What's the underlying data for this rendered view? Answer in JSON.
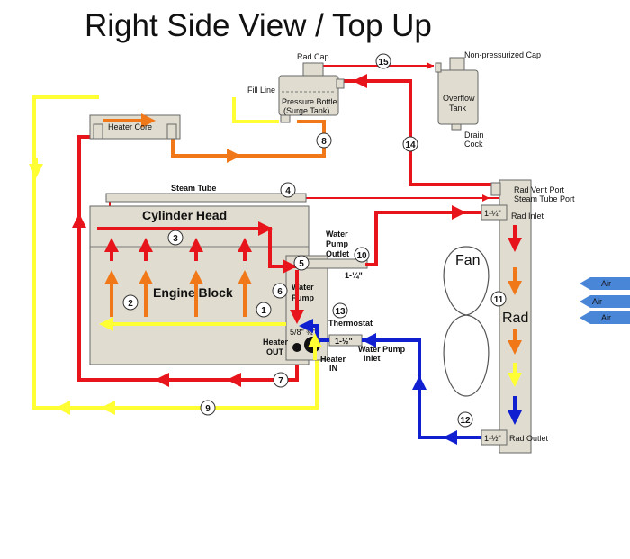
{
  "title": "Right Side View  / Top Up",
  "components": {
    "rad_cap": "Rad Cap",
    "non_pressurized_cap": "Non-pressurized Cap",
    "fill_line": "Fill Line",
    "pressure_bottle_1": "Pressure Bottle",
    "pressure_bottle_2": "(Surge Tank)",
    "overflow_tank_1": "Overflow",
    "overflow_tank_2": "Tank",
    "drain_cock_1": "Drain",
    "drain_cock_2": "Cock",
    "heater_core": "Heater Core",
    "steam_tube": "Steam Tube",
    "rad_vent_port": "Rad Vent Port",
    "steam_tube_port": "Steam Tube Port",
    "rad_inlet": "Rad Inlet",
    "rad_inlet_size": "1-¼\"",
    "cylinder_head": "Cylinder Head",
    "engine_block": "Engine Block",
    "wp_outlet_1": "Water",
    "wp_outlet_2": "Pump",
    "wp_outlet_3": "Outlet",
    "wp_outlet_size": "1-¼\"",
    "water_pump_1": "Water",
    "water_pump_2": "Pump",
    "thermostat": "Thermostat",
    "heater_out_size": "5/8\"",
    "heater_in_size": "¾\"",
    "heater_out_1": "Heater",
    "heater_out_2": "OUT",
    "heater_in_1": "Heater",
    "heater_in_2": "IN",
    "wp_inlet_size": "1-½\"",
    "wp_inlet_1": "Water Pump",
    "wp_inlet_2": "Inlet",
    "fan": "Fan",
    "rad": "Rad",
    "rad_outlet": "Rad Outlet",
    "rad_outlet_size": "1-½\"",
    "air_1": "Air",
    "air_2": "Air",
    "air_3": "Air"
  },
  "flow_numbers": [
    "1",
    "2",
    "3",
    "4",
    "5",
    "6",
    "7",
    "8",
    "9",
    "10",
    "11",
    "12",
    "13",
    "14",
    "15"
  ],
  "colors": {
    "hot": "#e8141b",
    "warm": "#f07818",
    "cool": "#ffff33",
    "cold": "#1020d0",
    "component": "#e0ddd0",
    "air": "#4a86d8"
  }
}
